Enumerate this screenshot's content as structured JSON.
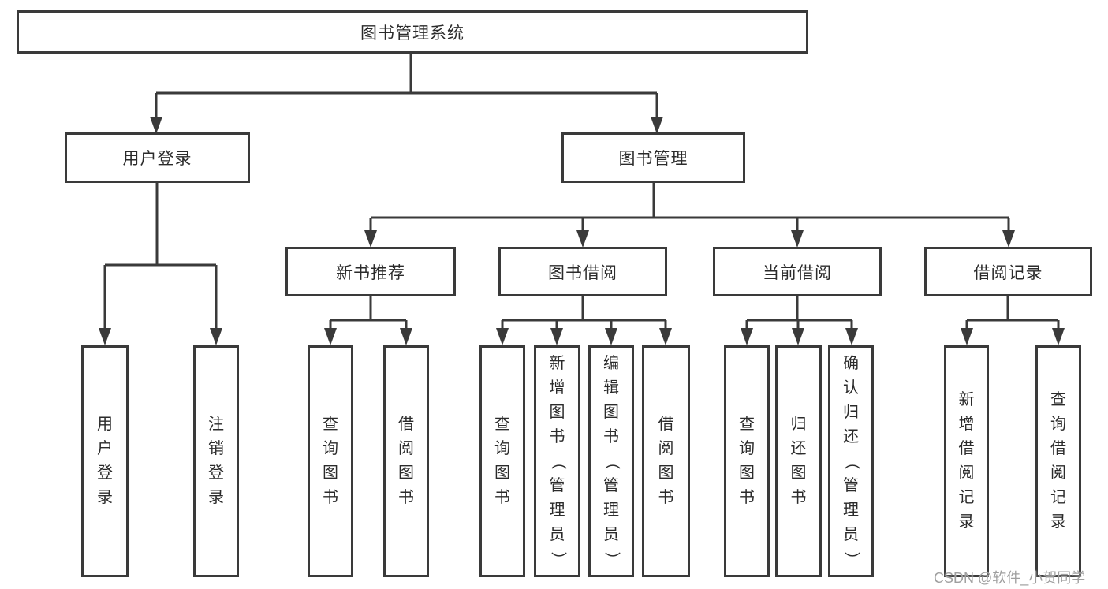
{
  "diagram": {
    "title": "图书管理系统",
    "level2": {
      "user_login": "用户登录",
      "book_mgmt": "图书管理"
    },
    "level3": {
      "new_books": "新书推荐",
      "book_borrow": "图书借阅",
      "current_borrow": "当前借阅",
      "borrow_records": "借阅记录"
    },
    "leaves": {
      "login": "用户登录",
      "logout": "注销登录",
      "newbook_query": "查询图书",
      "newbook_borrow": "借阅图书",
      "borrow_query": "查询图书",
      "borrow_add": "新增图书（管理员）",
      "borrow_edit": "编辑图书（管理员）",
      "borrow_borrow": "借阅图书",
      "current_query": "查询图书",
      "current_return": "归还图书",
      "current_confirm": "确认归还（管理员）",
      "records_add": "新增借阅记录",
      "records_query": "查询借阅记录"
    }
  },
  "watermark": "CSDN @软件_小贺同学",
  "colors": {
    "line": "#3a3a3a",
    "box_border": "#3a3a3a",
    "text": "#2b2b2b",
    "watermark": "#9f9f9f",
    "background": "#ffffff"
  }
}
